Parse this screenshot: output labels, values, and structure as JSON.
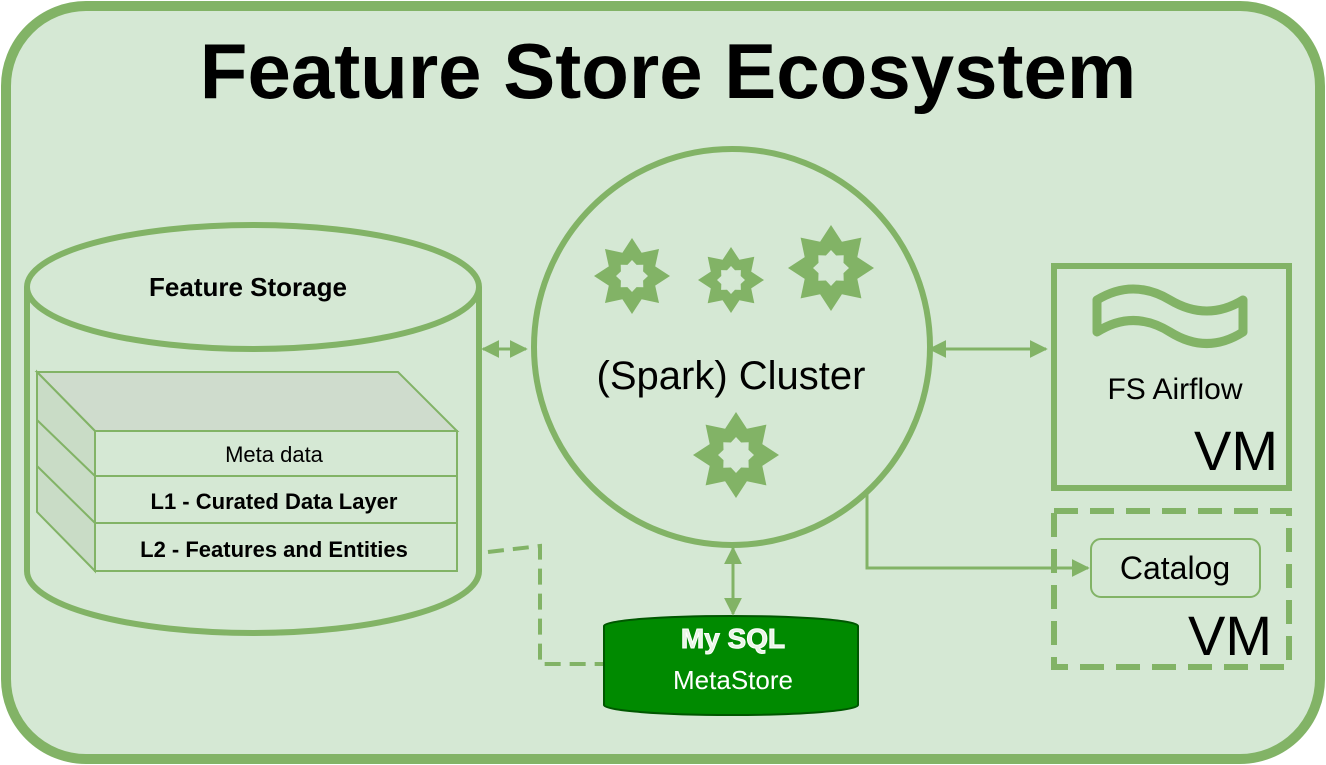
{
  "title": "Feature Store Ecosystem",
  "storage": {
    "label": "Feature Storage",
    "layers": [
      "Meta data",
      "L1 - Curated Data Layer",
      "L2 - Features and Entities"
    ]
  },
  "cluster": {
    "label": "(Spark) Cluster"
  },
  "airflow": {
    "label": "FS Airflow",
    "vm_label": "VM"
  },
  "catalog": {
    "label": "Catalog",
    "vm_label": "VM"
  },
  "metastore": {
    "logo_text": "My SQL",
    "label": "MetaStore"
  },
  "colors": {
    "background": "#d5e8d4",
    "border": "#82b366",
    "layer_side": "#c9dcc6",
    "layer_top": "#cfdccd",
    "mysql": "#008a00",
    "mysql_border": "#005700",
    "text": "#000000"
  },
  "icons": {
    "cluster_nodes": "spark-star-icon",
    "airflow": "wave-banner-icon"
  }
}
